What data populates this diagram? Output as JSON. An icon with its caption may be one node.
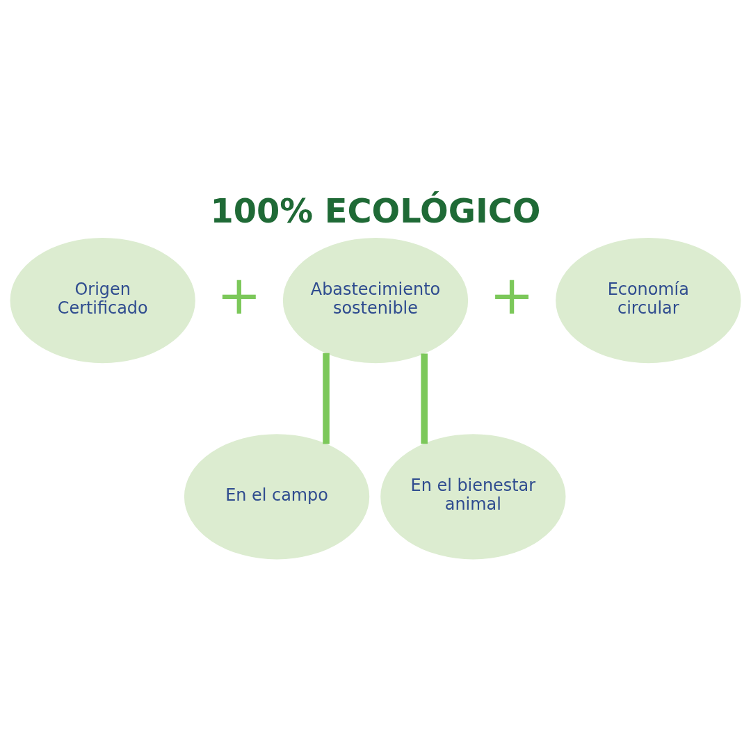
{
  "diagram": {
    "title": "100% ECOLÓGICO",
    "nodes": [
      {
        "text": [
          "Origen Certificado"
        ]
      },
      {
        "text": [
          "Abastecimiento sostenible"
        ]
      },
      {
        "text": [
          "Economía circular"
        ]
      },
      {
        "text": [
          "En el campo"
        ]
      },
      {
        "text": [
          "En el bienestar animal"
        ]
      }
    ],
    "edges": [
      {
        "from": 1,
        "to": 3,
        "arrow": "none"
      },
      {
        "from": 1,
        "to": 4,
        "arrow": "none"
      }
    ],
    "labels": [
      "+",
      "+"
    ]
  }
}
